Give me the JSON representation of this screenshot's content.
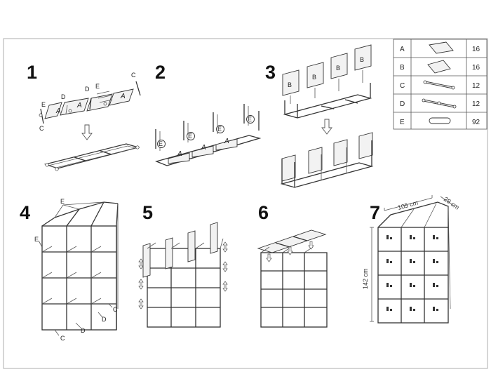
{
  "steps": {
    "s1": {
      "number": "1",
      "labels": {
        "e": "E",
        "c1": "C",
        "c2": "C",
        "d1": "D",
        "d2": "D",
        "e2": "E",
        "a1": "A",
        "a2": "A",
        "a3": "A"
      }
    },
    "s2": {
      "number": "2",
      "labels": {
        "a1": "A",
        "a2": "A",
        "a3": "A",
        "e1": "E",
        "e2": "E",
        "e3": "E",
        "e4": "E"
      }
    },
    "s3": {
      "number": "3",
      "labels": {
        "b1": "B",
        "b2": "B",
        "b3": "B",
        "b4": "B"
      }
    },
    "s4": {
      "number": "4",
      "labels": {
        "e_top": "E",
        "e_left": "E",
        "c_right": "C",
        "d_right": "D",
        "d_bottom": "D",
        "c_bottom": "C"
      }
    },
    "s5": {
      "number": "5"
    },
    "s6": {
      "number": "6"
    },
    "s7": {
      "number": "7",
      "dims": {
        "width": "105 cm",
        "depth": "29 cm",
        "height": "142 cm"
      }
    }
  },
  "parts_table": {
    "rows": [
      {
        "letter": "A",
        "icon": "panel-a-icon",
        "qty": "16"
      },
      {
        "letter": "B",
        "icon": "panel-b-icon",
        "qty": "16"
      },
      {
        "letter": "C",
        "icon": "connector-c-icon",
        "qty": "12"
      },
      {
        "letter": "D",
        "icon": "connector-d-icon",
        "qty": "12"
      },
      {
        "letter": "E",
        "icon": "pin-e-icon",
        "qty": "92"
      }
    ]
  }
}
